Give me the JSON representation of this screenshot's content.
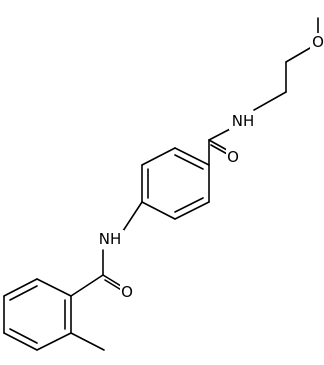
{
  "molecule": {
    "labels": {
      "methoxy_o": "O",
      "amide1_nh": "NH",
      "amide1_o": "O",
      "amide2_nh": "NH",
      "amide2_o": "O"
    },
    "colors": {
      "bond": "#000000",
      "text": "#000000",
      "background": "#ffffff"
    }
  }
}
